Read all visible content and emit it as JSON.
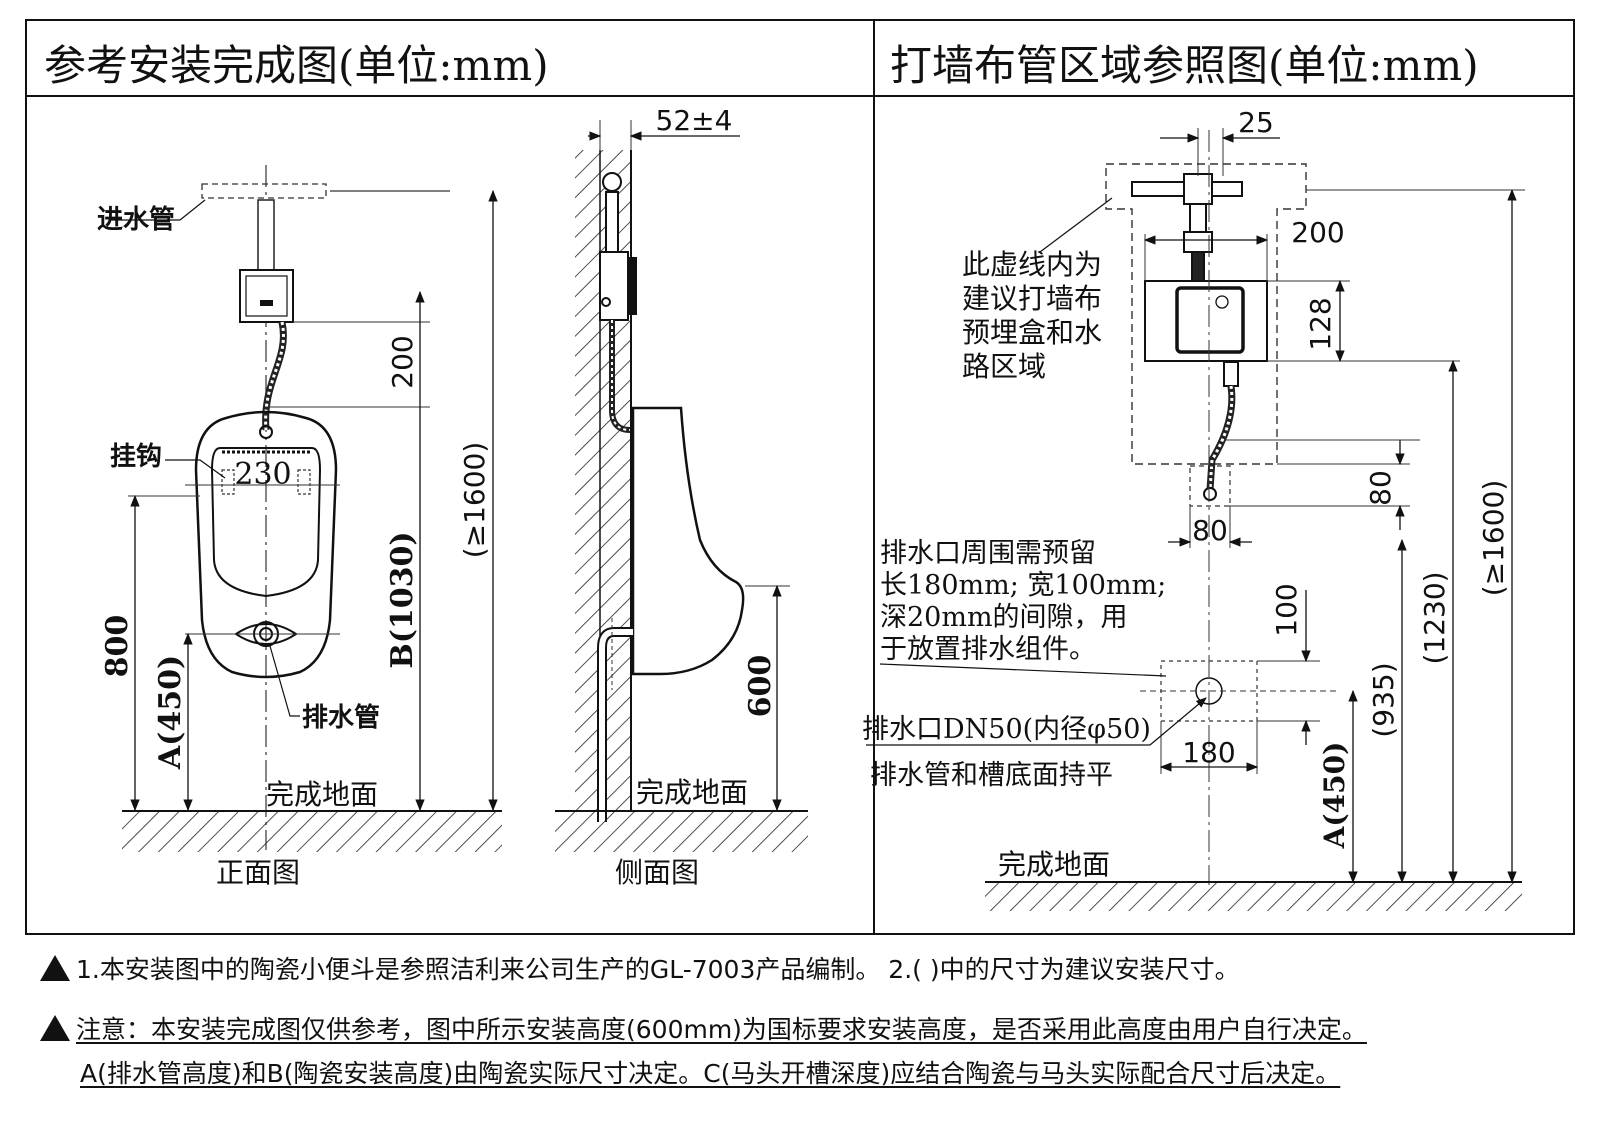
{
  "panels": {
    "left_title": "参考安装完成图(单位:mm)",
    "right_title": "打墙布管区域参照图(单位:mm)"
  },
  "front_view": {
    "caption": "正面图",
    "label_inlet": "进水管",
    "label_hook": "挂钩",
    "label_drain": "排水管",
    "floor": "完成地面",
    "dim_230": "230",
    "dim_200": "200",
    "dim_800": "800",
    "dim_a": "A(450)",
    "dim_b": "B(1030)",
    "dim_1600": "(≥1600)"
  },
  "side_view": {
    "caption": "侧面图",
    "floor": "完成地面",
    "dim_52": "52±4",
    "dim_600": "600"
  },
  "wall_view": {
    "dim_25": "25",
    "dim_200": "200",
    "dim_128": "128",
    "dim_80v": "80",
    "dim_80h": "80",
    "dim_100": "100",
    "dim_180": "180",
    "dim_a": "A(450)",
    "dim_935": "(935)",
    "dim_1230": "(1230)",
    "dim_1600": "(≥1600)",
    "dashed_note": [
      "此虚线内为",
      "建议打墙布",
      "预埋盒和水",
      "路区域"
    ],
    "gap_note": [
      "排水口周围需预留",
      "长180mm; 宽100mm;",
      "深20mm的间隙，用",
      "于放置排水组件。"
    ],
    "outlet_label": "排水口DN50(内径φ50)",
    "flush_label": "排水管和槽底面持平",
    "floor": "完成地面"
  },
  "notes": {
    "line1": "1.本安装图中的陶瓷小便斗是参照洁利来公司生产的GL-7003产品编制。 2.( )中的尺寸为建议安装尺寸。",
    "line2": "注意：本安装完成图仅供参考，图中所示安装高度(600mm)为国标要求安装高度，是否采用此高度由用户自行决定。",
    "line3": "A(排水管高度)和B(陶瓷安装高度)由陶瓷实际尺寸决定。C(马头开槽深度)应结合陶瓷与马头实际配合尺寸后决定。"
  }
}
